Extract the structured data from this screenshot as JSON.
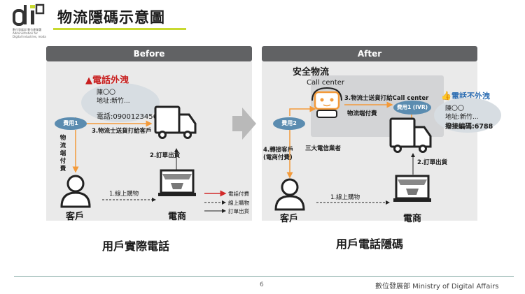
{
  "slide": {
    "title": "物流隱碼示意圖",
    "logo_caption": [
      "數位發展部 數位產業署",
      "Administration for",
      "Digital Industries, moda"
    ],
    "page_number": "6",
    "footer": "數位發展部  Ministry of Digital Affairs"
  },
  "before": {
    "header": "Before",
    "warning_icon": "warning-icon",
    "warning": "電話外洩",
    "bubble_lines": [
      "陳〇〇",
      "地址:新竹...",
      "電話:0900123456"
    ],
    "fee_label": "費用1",
    "courier_call": "3.物流士送貨打給客戶",
    "vertical_label": [
      "物",
      "流",
      "端",
      "付",
      "費"
    ],
    "order_ship": "2.訂單出貨",
    "online_buy": "1.線上購物",
    "customer": "客戶",
    "merchant": "電商",
    "legend": [
      "電話付費",
      "線上購物",
      "訂單出貨"
    ],
    "caption": "用戶實際電話"
  },
  "after": {
    "header": "After",
    "secure_logistics": "安全物流",
    "call_center": "Call center",
    "courier_call": "3.物流士送貨打給Call center",
    "fee1_label": "費用1 (IVR)",
    "logistics_fee": "物流端付費",
    "fee2_label": "費用2",
    "transfer_label": [
      "4.轉接客戶",
      "(電商付費)"
    ],
    "telecom": "三大電信業者",
    "thumb_icon": "thumbs-up-icon",
    "no_leak": "電話不外洩",
    "bubble_lines": [
      "陳〇〇",
      "地址:新竹...",
      "撥接編碼:6788"
    ],
    "order_ship": "2.訂單出貨",
    "online_buy": "1.線上購物",
    "customer": "客戶",
    "merchant": "電商",
    "caption": "用戶電話隱碼"
  },
  "colors": {
    "accent_orange": "#f39a3a",
    "chip_blue": "#5b8cb0",
    "warning_red": "#c81e1e",
    "thumb_blue": "#2f6fb3",
    "panel_header": "#616264",
    "panel_body": "#eaeaea",
    "legend_red": "#d22a2a"
  }
}
